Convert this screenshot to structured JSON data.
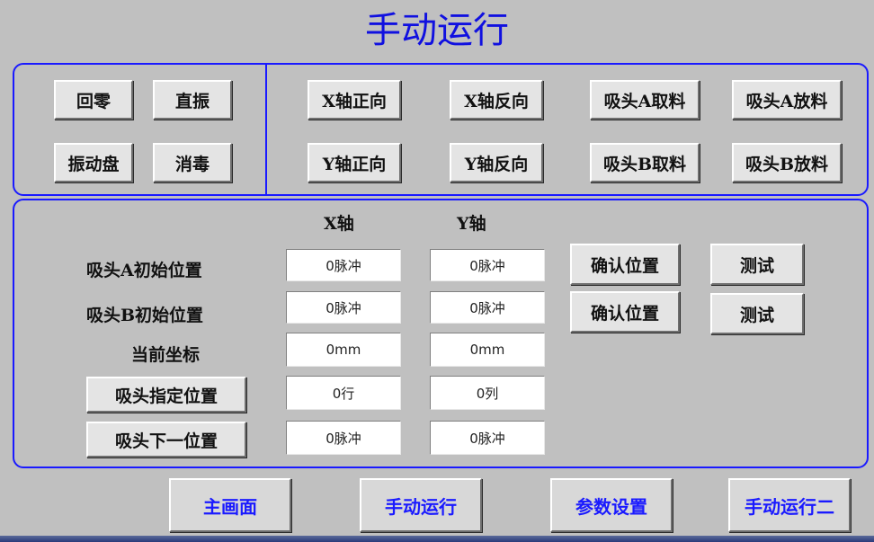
{
  "header": {
    "title": "手动运行"
  },
  "control": {
    "left_buttons": [
      "回零",
      "直振",
      "振动盘",
      "消毒"
    ],
    "axis_buttons": [
      "X轴正向",
      "X轴反向",
      "Y轴正向",
      "Y轴反向"
    ],
    "head_buttons": [
      "吸头A取料",
      "吸头A放料",
      "吸头B取料",
      "吸头B放料"
    ]
  },
  "positions": {
    "col_x": "X轴",
    "col_y": "Y轴",
    "rows": [
      {
        "label": "吸头A初始位置",
        "x": "0脉冲",
        "y": "0脉冲"
      },
      {
        "label": "吸头B初始位置",
        "x": "0脉冲",
        "y": "0脉冲"
      },
      {
        "label": "当前坐标",
        "x": "0mm",
        "y": "0mm"
      },
      {
        "label": "吸头指定位置",
        "x": "0行",
        "y": "0列"
      },
      {
        "label": "吸头下一位置",
        "x": "0脉冲",
        "y": "0脉冲"
      }
    ],
    "confirm_label": "确认位置",
    "test_label": "测试"
  },
  "nav": [
    "主画面",
    "手动运行",
    "参数设置",
    "手动运行二"
  ]
}
